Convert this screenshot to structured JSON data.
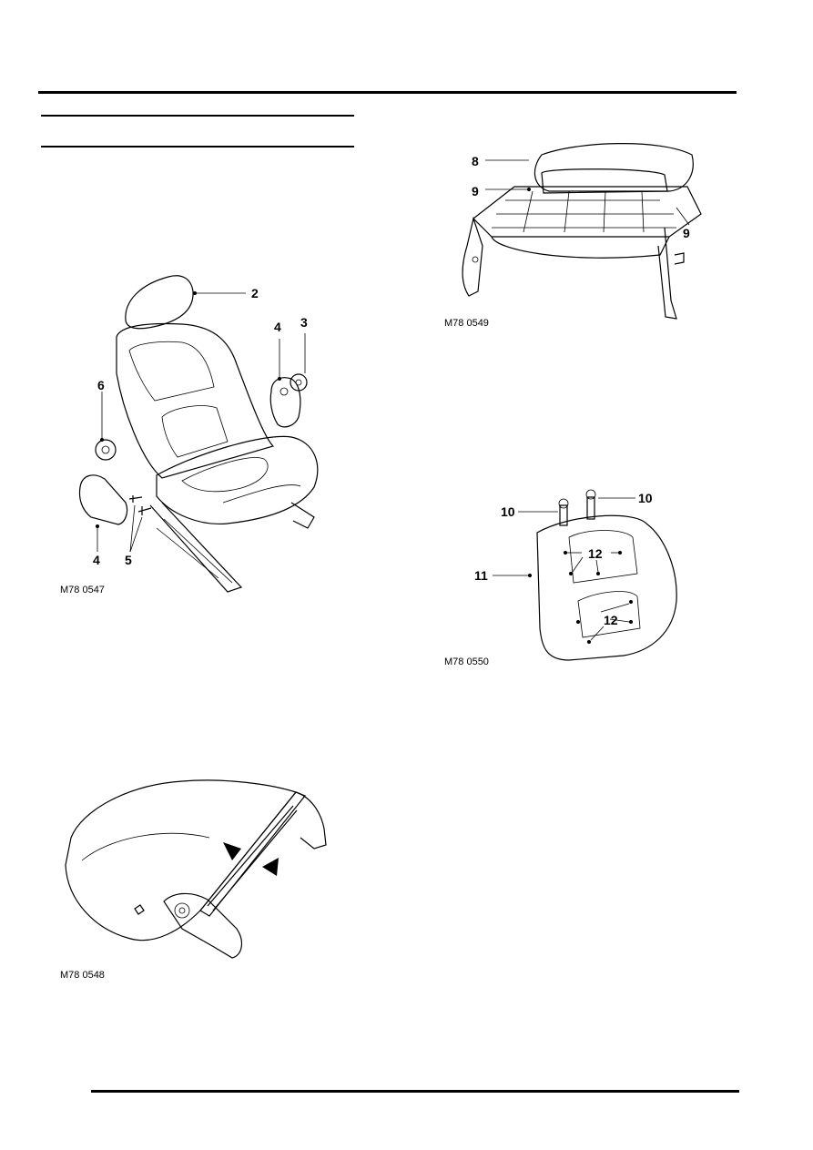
{
  "page": {
    "figures": [
      {
        "id": "fig_seat",
        "figure_id": "M78 0547",
        "callouts": [
          "2",
          "4",
          "3",
          "6",
          "4",
          "5"
        ]
      },
      {
        "id": "fig_cushion",
        "figure_id": "M78 0548",
        "callouts": []
      },
      {
        "id": "fig_seat_base",
        "figure_id": "M78 0549",
        "callouts": [
          "8",
          "9",
          "9"
        ]
      },
      {
        "id": "fig_backrest",
        "figure_id": "M78 0550",
        "callouts": [
          "10",
          "10",
          "11",
          "12",
          "12"
        ]
      }
    ]
  }
}
